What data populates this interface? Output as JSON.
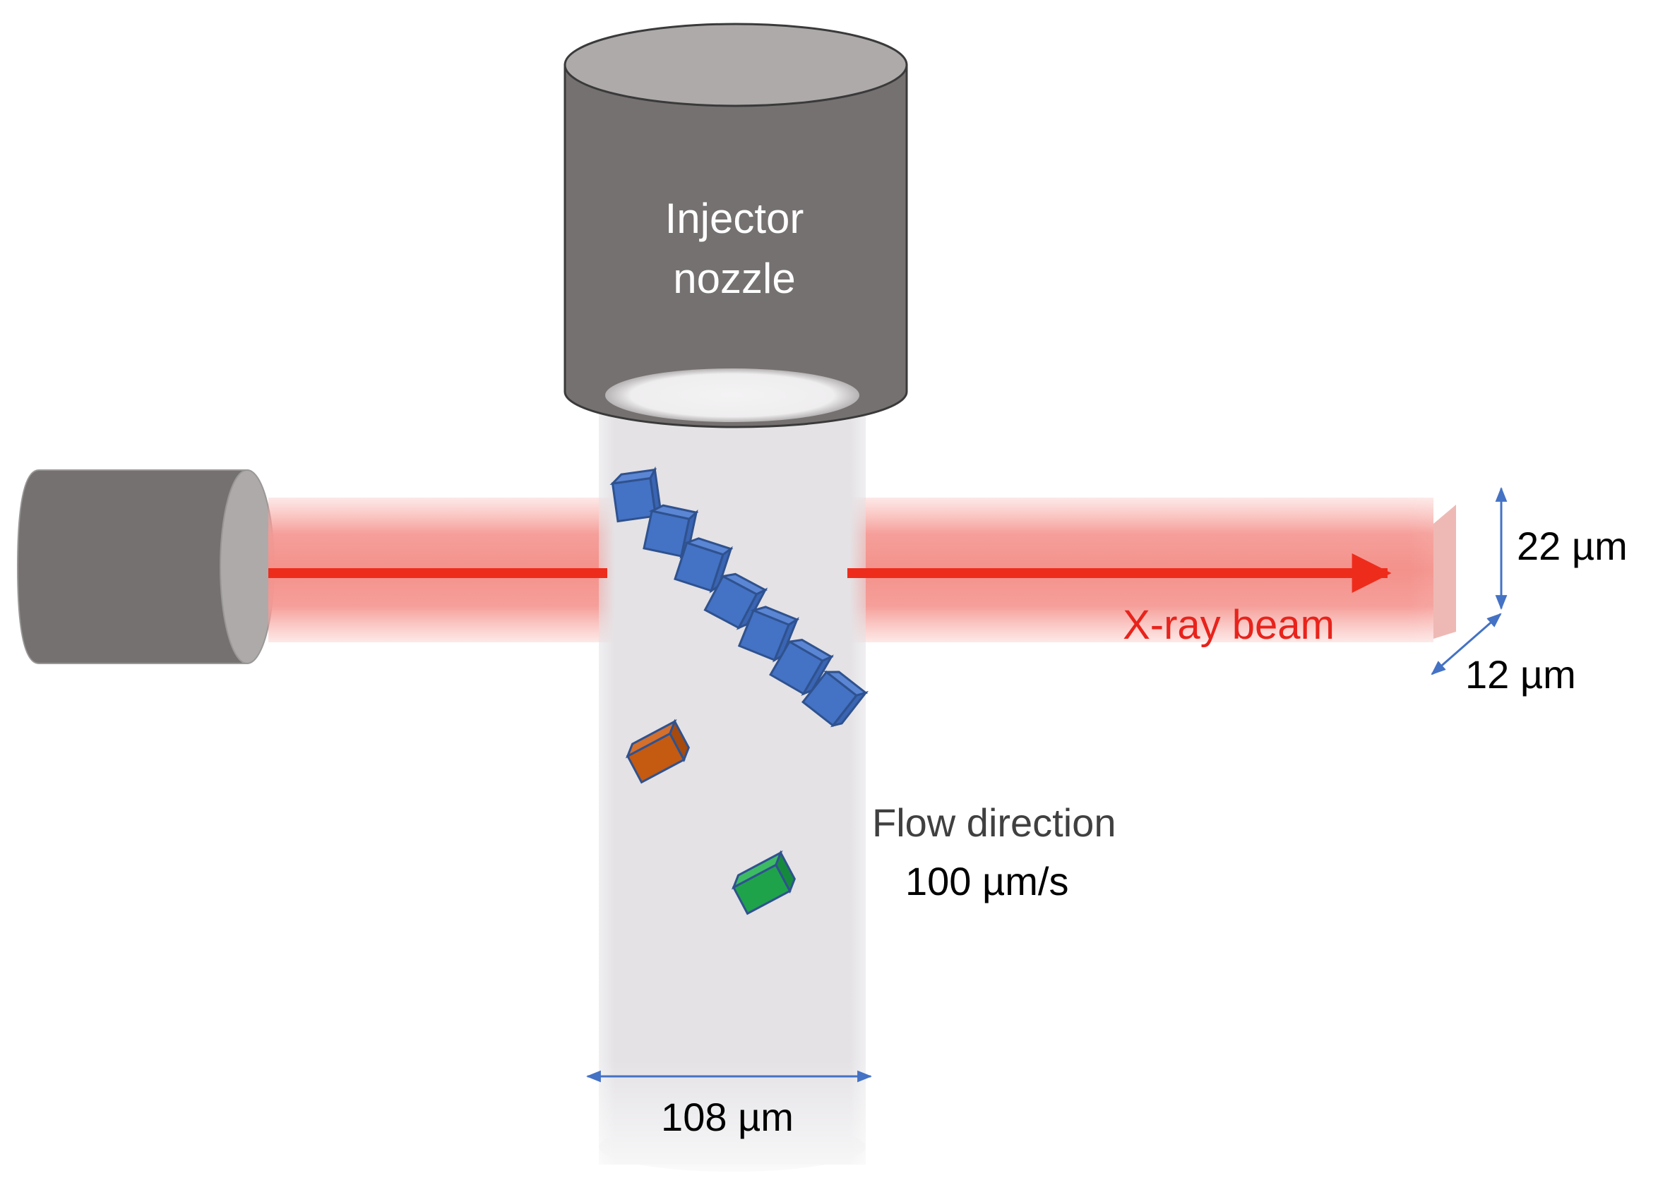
{
  "labels": {
    "injector_line1": "Injector",
    "injector_line2": "nozzle",
    "beam": "X-ray beam",
    "beam_height": "22 µm",
    "beam_depth": "12 µm",
    "flow_line1": "Flow direction",
    "flow_line2": "100 µm/s",
    "jet_width": "108 µm"
  },
  "colors": {
    "nozzle_body": "#767171",
    "nozzle_top": "#aeaaaa",
    "beam_core": "#ee2c1c",
    "beam_glow": "#f7a7a2",
    "beam_text": "#e8231b",
    "jet": "#e4e2e5",
    "crystal_blue": "#4472c4",
    "crystal_orange": "#c55a11",
    "crystal_green": "#1fa34a",
    "dimension_arrow": "#4472c4"
  },
  "crystals": [
    {
      "color": "blue"
    },
    {
      "color": "blue"
    },
    {
      "color": "blue"
    },
    {
      "color": "blue"
    },
    {
      "color": "blue"
    },
    {
      "color": "blue"
    },
    {
      "color": "blue"
    },
    {
      "color": "orange"
    },
    {
      "color": "green"
    }
  ]
}
